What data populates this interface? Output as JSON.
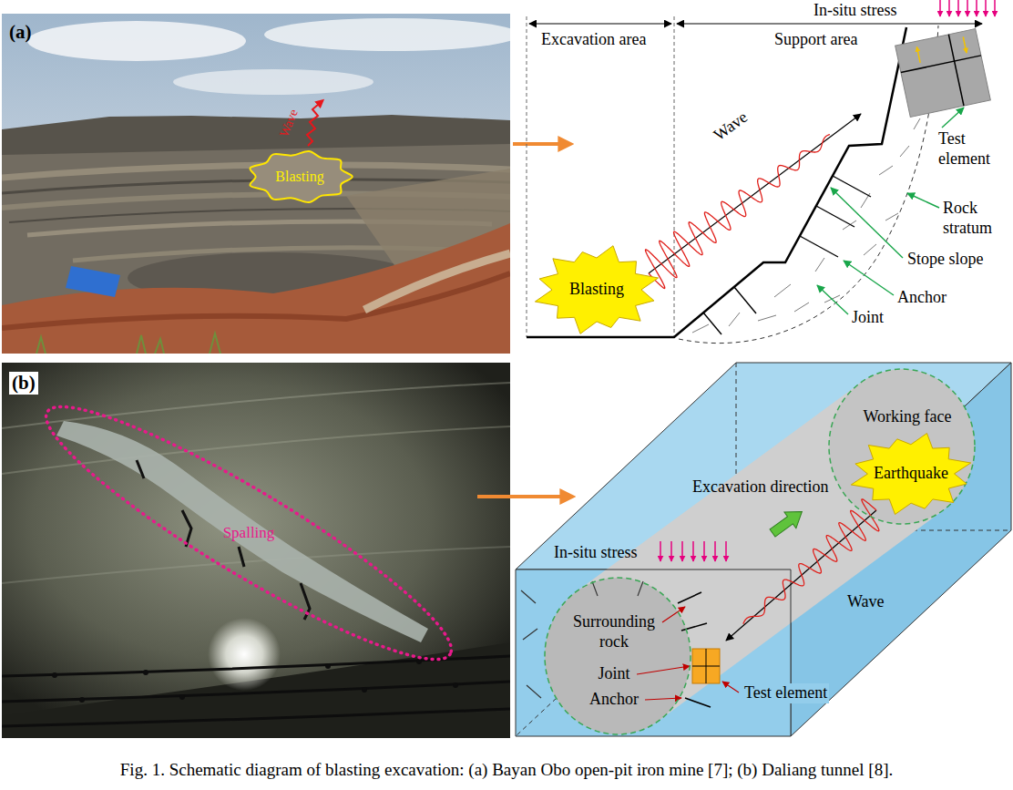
{
  "diagram": {
    "caption": "Fig. 1. Schematic diagram of blasting excavation: (a) Bayan Obo open-pit iron mine [7]; (b) Daliang tunnel [8].",
    "nodes": [
      {
        "text": [
          "(a)"
        ]
      },
      {
        "text": [
          "Blasting"
        ],
        "in": 0
      },
      {
        "text": [
          "Blasting"
        ]
      },
      {
        "text": [
          "(b)"
        ]
      },
      {
        "text": [
          "Spalling"
        ],
        "in": 3
      },
      {
        "text": [
          "Working face"
        ]
      },
      {
        "text": [
          "Earthquake"
        ],
        "in": 5
      },
      {
        "text": [
          "Surrounding rock",
          "Joint",
          "Anchor"
        ]
      }
    ],
    "labels": [
      "Wave",
      "In-situ stress",
      "Excavation area",
      "Support area",
      "Wave",
      "Test element",
      "Rock stratum",
      "Stope slope",
      "Anchor",
      "Joint",
      "Excavation direction",
      "In-situ stress",
      "Wave",
      "Test element"
    ]
  }
}
